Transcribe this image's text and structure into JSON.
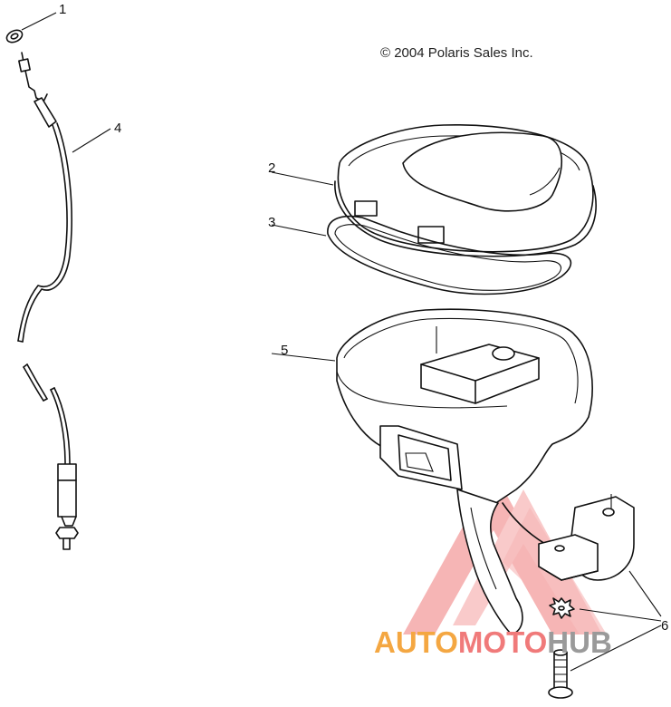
{
  "copyright": "© 2004 Polaris Sales Inc.",
  "callouts": {
    "c1": "1",
    "c2": "2",
    "c3": "3",
    "c4": "4",
    "c5": "5",
    "c6": "6"
  },
  "watermark": {
    "part1": "AUTO",
    "part2": "MOTO",
    "part3": "HUB"
  },
  "colors": {
    "watermark_orange": "#f4a742",
    "watermark_red": "#f07a7a",
    "watermark_gray": "#9a9a9a"
  }
}
